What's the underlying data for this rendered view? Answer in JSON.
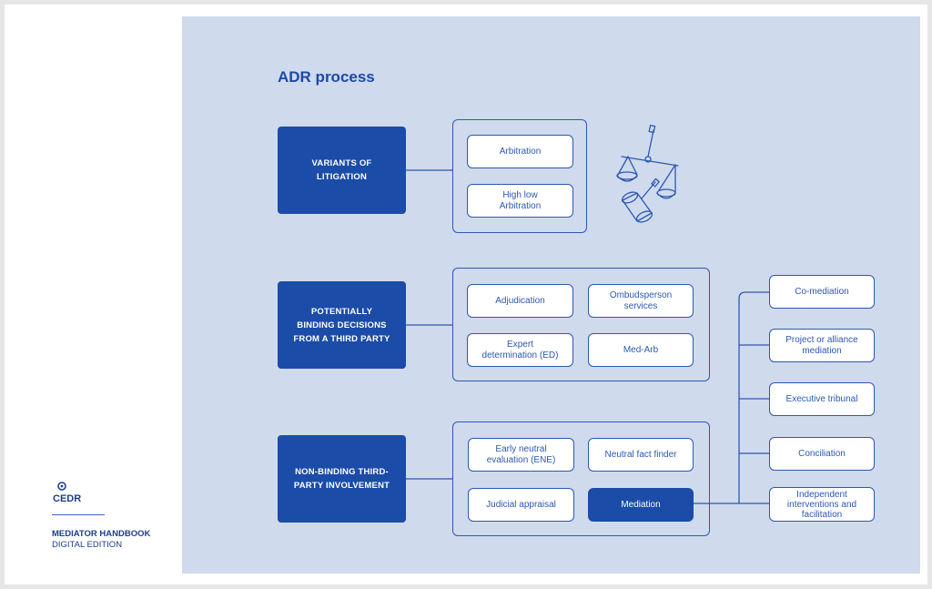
{
  "title": "ADR process",
  "categories": [
    "VARIANTS OF\nLITIGATION",
    "POTENTIALLY\nBINDING DECISIONS\nFROM A THIRD PARTY",
    "NON-BINDING THIRD-\nPARTY INVOLVEMENT"
  ],
  "group1": [
    "Arbitration",
    "High low\nArbitration"
  ],
  "group2": [
    "Adjudication",
    "Ombudsperson\nservices",
    "Expert\ndetermination (ED)",
    "Med-Arb"
  ],
  "group3": [
    "Early neutral\nevaluation (ENE)",
    "Neutral fact finder",
    "Judicial appraisal",
    "Mediation"
  ],
  "mediation_types": [
    "Co-mediation",
    "Project or alliance\nmediation",
    "Executive tribunal",
    "Conciliation",
    "Independent\ninterventions and\nfacilitation"
  ],
  "sidebar": {
    "logo_text": "CEDR",
    "handbook_title": "MEDIATOR HANDBOOK",
    "handbook_subtitle": "DIGITAL EDITION"
  },
  "colors": {
    "dark_blue": "#1b4ca7",
    "panel": "#d0daed",
    "line": "#2c58b0"
  },
  "illustration": "scales-of-justice-icon"
}
